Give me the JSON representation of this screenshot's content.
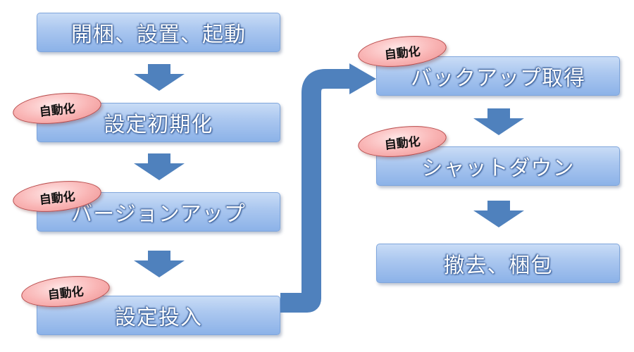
{
  "badge_label": "自動化",
  "colors": {
    "box_fill_top": "#c9dcf6",
    "box_fill_bottom": "#8cb2e8",
    "box_border": "#7fa6dc",
    "arrow": "#4f81bd",
    "badge_fill": "#f9b4b4",
    "badge_border": "#b84a4a"
  },
  "steps": [
    {
      "label": "開梱、設置、起動",
      "automated": false
    },
    {
      "label": "設定初期化",
      "automated": true
    },
    {
      "label": "バージョンアップ",
      "automated": true
    },
    {
      "label": "設定投入",
      "automated": true
    },
    {
      "label": "バックアップ取得",
      "automated": true
    },
    {
      "label": "シャットダウン",
      "automated": true
    },
    {
      "label": "撤去、梱包",
      "automated": false
    }
  ]
}
